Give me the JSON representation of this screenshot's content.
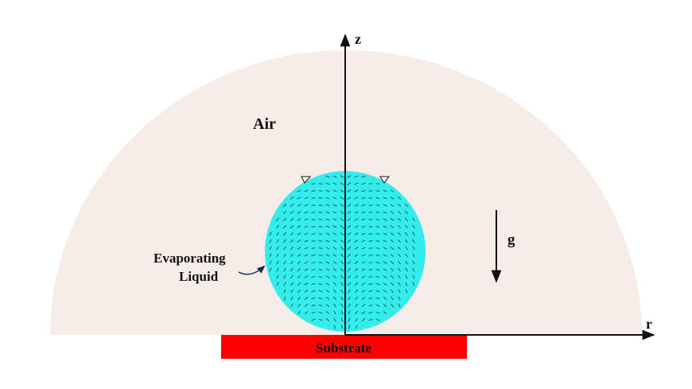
{
  "labels": {
    "air": "Air",
    "liquid_line1": "Evaporating",
    "liquid_line2": "Liquid",
    "gravity": "g",
    "axis_z": "z",
    "axis_r": "r",
    "substrate": "Substrate"
  },
  "colors": {
    "air_domain": "#f6ece8",
    "droplet": "#33ecec",
    "substrate": "#ff0000",
    "axes": "#111111",
    "pointer_arrow": "#1a2a5a",
    "velocity_arrows": "#2a4a4a"
  },
  "icons": {
    "contact_markers": "triangle-marker-icon",
    "gravity_arrow": "down-arrow-icon"
  }
}
